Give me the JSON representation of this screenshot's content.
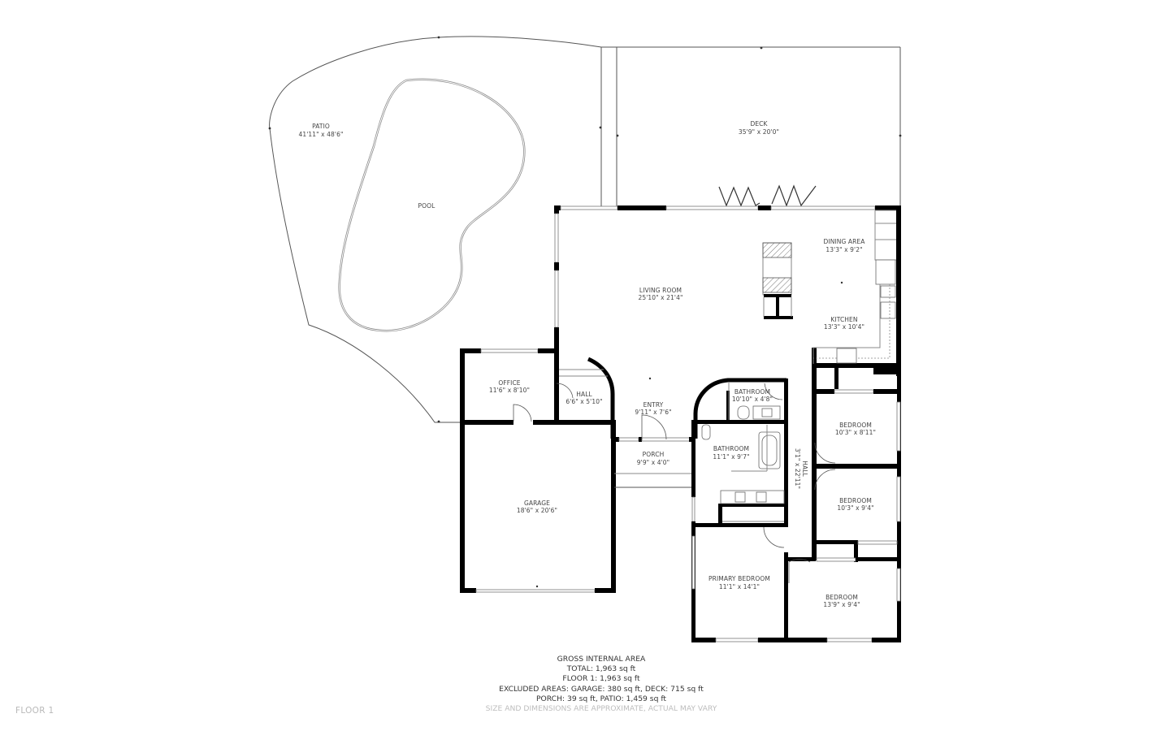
{
  "floor_label": "FLOOR 1",
  "rooms": {
    "patio": {
      "name": "PATIO",
      "dims": "41'11\" x 48'6\""
    },
    "pool": {
      "name": "POOL"
    },
    "deck": {
      "name": "DECK",
      "dims": "35'9\" x 20'0\""
    },
    "living_room": {
      "name": "LIVING ROOM",
      "dims": "25'10\" x 21'4\""
    },
    "dining_area": {
      "name": "DINING AREA",
      "dims": "13'3\" x 9'2\""
    },
    "kitchen": {
      "name": "KITCHEN",
      "dims": "13'3\" x 10'4\""
    },
    "office": {
      "name": "OFFICE",
      "dims": "11'6\" x 8'10\""
    },
    "hall_front": {
      "name": "HALL",
      "dims": "6'6\" x 5'10\""
    },
    "entry": {
      "name": "ENTRY",
      "dims": "9'11\" x 7'6\""
    },
    "porch": {
      "name": "PORCH",
      "dims": "9'9\" x 4'0\""
    },
    "garage": {
      "name": "GARAGE",
      "dims": "18'6\" x 20'6\""
    },
    "bathroom_small": {
      "name": "BATHROOM",
      "dims": "10'10\" x 4'8\""
    },
    "bathroom_main": {
      "name": "BATHROOM",
      "dims": "11'1\" x 9'7\""
    },
    "hall_bedrooms": {
      "name": "HALL",
      "dims": "3'1\" x 22'11\""
    },
    "bedroom_1": {
      "name": "BEDROOM",
      "dims": "10'3\" x 8'11\""
    },
    "bedroom_2": {
      "name": "BEDROOM",
      "dims": "10'3\" x 9'4\""
    },
    "primary_bedroom": {
      "name": "PRIMARY BEDROOM",
      "dims": "11'1\" x 14'1\""
    },
    "bedroom_3": {
      "name": "BEDROOM",
      "dims": "13'9\" x 9'4\""
    }
  },
  "summary": {
    "heading": "GROSS INTERNAL AREA",
    "total": "TOTAL: 1,963 sq ft",
    "floor1": "FLOOR 1: 1,963 sq ft",
    "excluded": "EXCLUDED AREAS: GARAGE: 380 sq ft, DECK: 715 sq ft",
    "excluded2": "PORCH: 39 sq ft, PATIO: 1,459 sq ft",
    "disclaimer": "SIZE AND DIMENSIONS ARE APPROXIMATE, ACTUAL MAY VARY"
  }
}
